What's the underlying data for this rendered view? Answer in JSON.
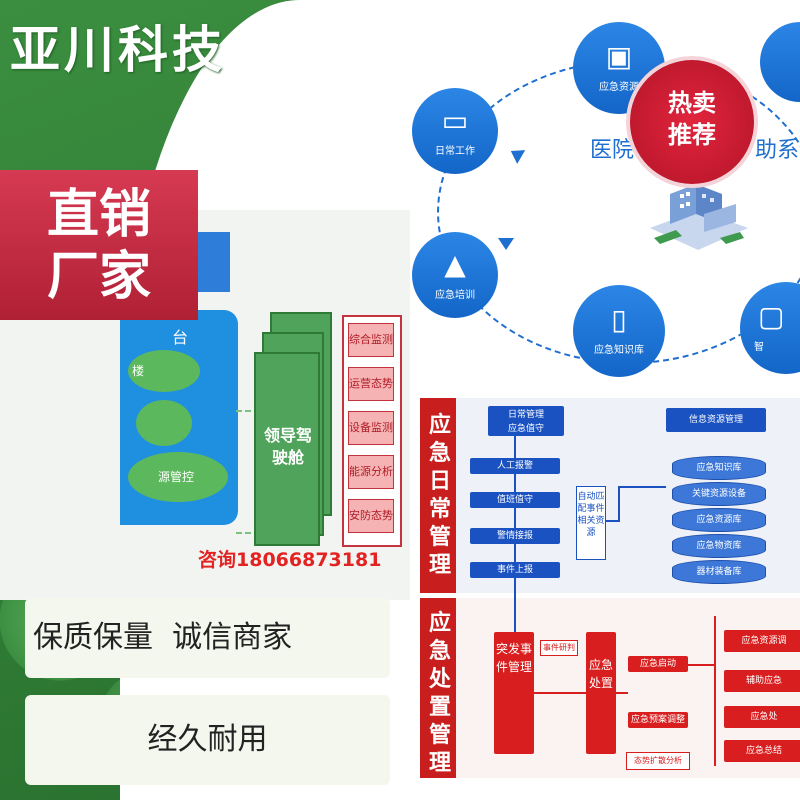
{
  "brand": "亚川科技",
  "banner": {
    "line1": "直销",
    "line2": "厂家"
  },
  "left_panel": {
    "blue_text_top": "台",
    "ellipse_text_mid": "楼",
    "ellipse_text_bottom": "源管控"
  },
  "cockpit": {
    "label": "领导驾驶舱"
  },
  "monitors": [
    "综合监测",
    "运营态势",
    "设备监测",
    "能源分析",
    "安防态势"
  ],
  "phone": "咨询18066873181",
  "promo": {
    "quality": "保质保量  诚信商家",
    "durable": "经久耐用"
  },
  "badge": {
    "line1": "热卖",
    "line2": "推荐"
  },
  "diagram": {
    "title_left": "医院",
    "title_right": "助系",
    "nodes": [
      {
        "name": "daily-work",
        "label": "日常工作",
        "icon": "monitor-icon"
      },
      {
        "name": "emergency-training",
        "label": "应急培训",
        "icon": "graduation-cap-icon"
      },
      {
        "name": "emergency-resources",
        "label": "应急资源",
        "icon": "box-icon"
      },
      {
        "name": "emergency-knowledge",
        "label": "应急知识库",
        "icon": "book-icon"
      },
      {
        "name": "smart-aid",
        "label": "智",
        "icon": "chat-icon"
      }
    ]
  },
  "flow": {
    "daily_title": "应急日常管理",
    "disposal_title": "应急处置管理",
    "daily_header": [
      "日常管理",
      "应急值守"
    ],
    "daily_steps": [
      "人工报警",
      "值班值守",
      "警情接报",
      "事件上报"
    ],
    "auto_match": "自动匹配事件相关资源",
    "info_header": "信息资源管理",
    "databases": [
      "应急知识库",
      "关键资源设备",
      "应急资源库",
      "应急物资库",
      "器材装备库"
    ],
    "sudden_event": "突发事件管理",
    "event_judge": "事件研判",
    "disposal": "应急处置",
    "launch": "应急启动",
    "plan_adjust": "应急预案调整",
    "trend": "态势扩散分析",
    "right_items": [
      "应急资源调",
      "辅助应急",
      "应急处",
      "应急总结"
    ]
  },
  "colors": {
    "green": "#2f7a37",
    "red": "#c3243a",
    "blue": "#1f6fd0",
    "flow_blue": "#1a52c2",
    "flow_red": "#d81e1e"
  }
}
